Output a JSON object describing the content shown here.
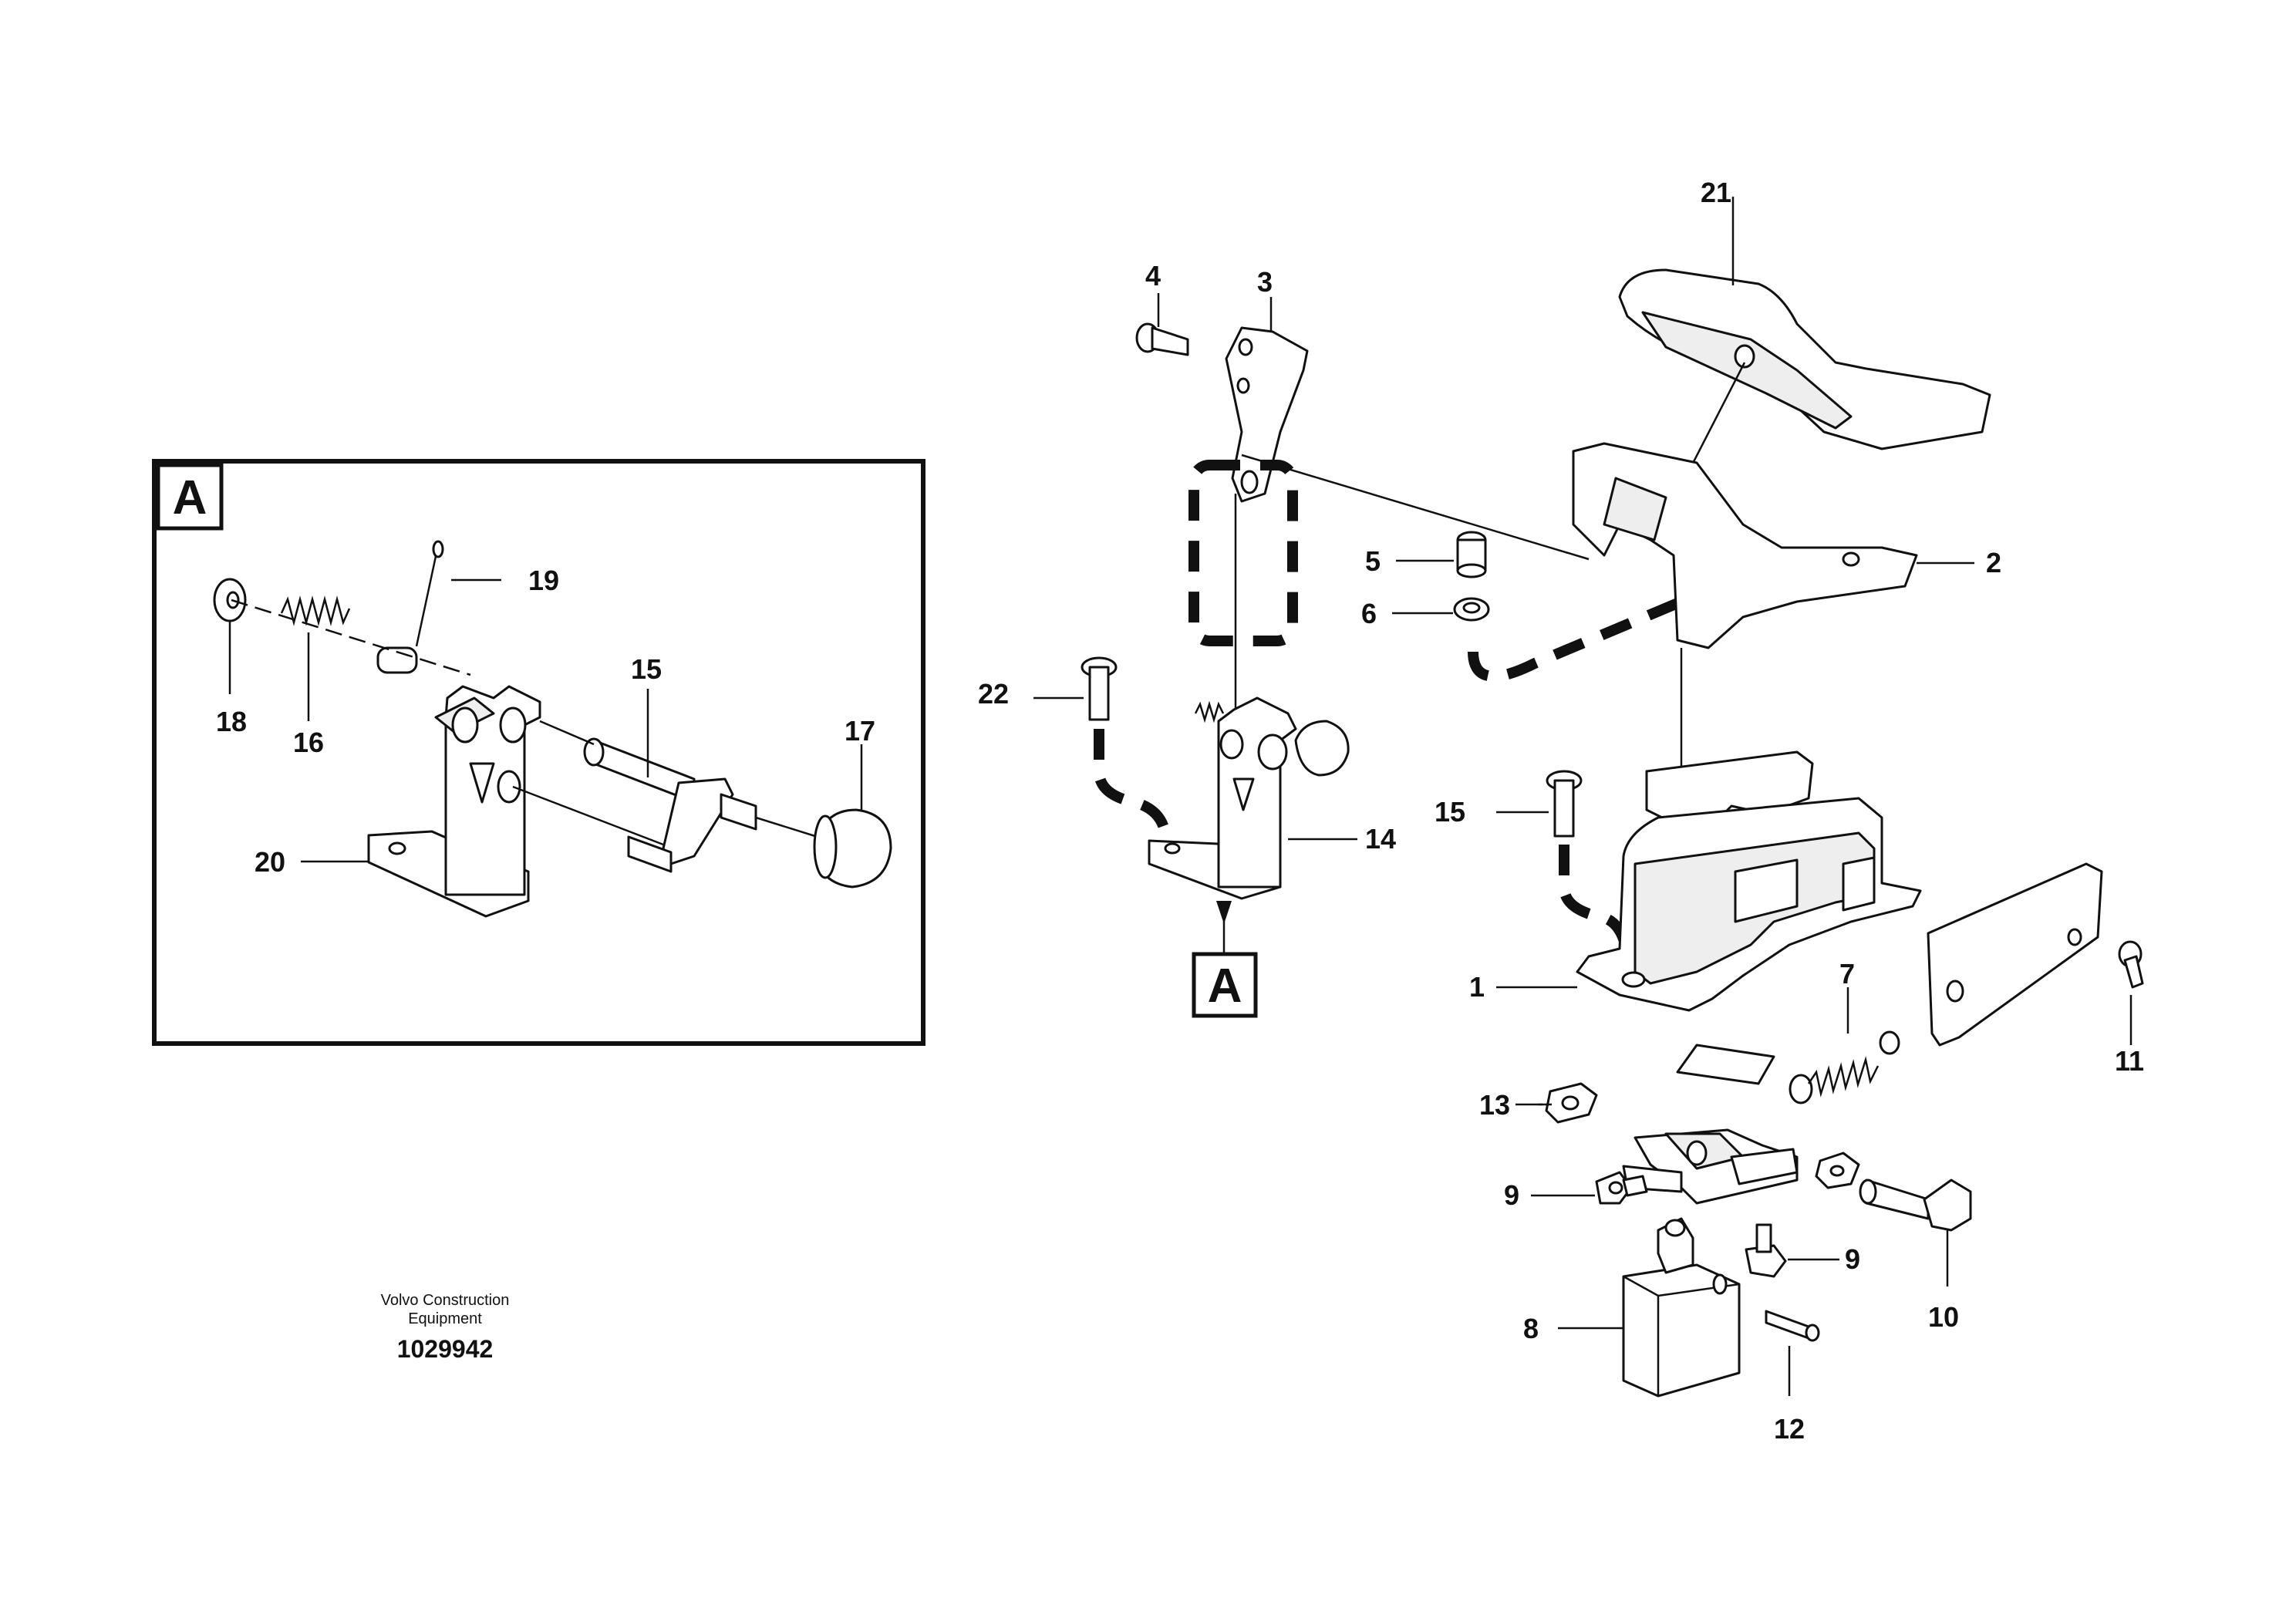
{
  "detail_ref": "A",
  "footer": {
    "line1": "Volvo Construction",
    "line2": "Equipment",
    "code": "1029942"
  },
  "callouts": [
    "1",
    "2",
    "3",
    "4",
    "5",
    "6",
    "7",
    "8",
    "9",
    "9",
    "10",
    "11",
    "12",
    "13",
    "14",
    "15",
    "15",
    "16",
    "17",
    "18",
    "19",
    "20",
    "21",
    "22"
  ]
}
